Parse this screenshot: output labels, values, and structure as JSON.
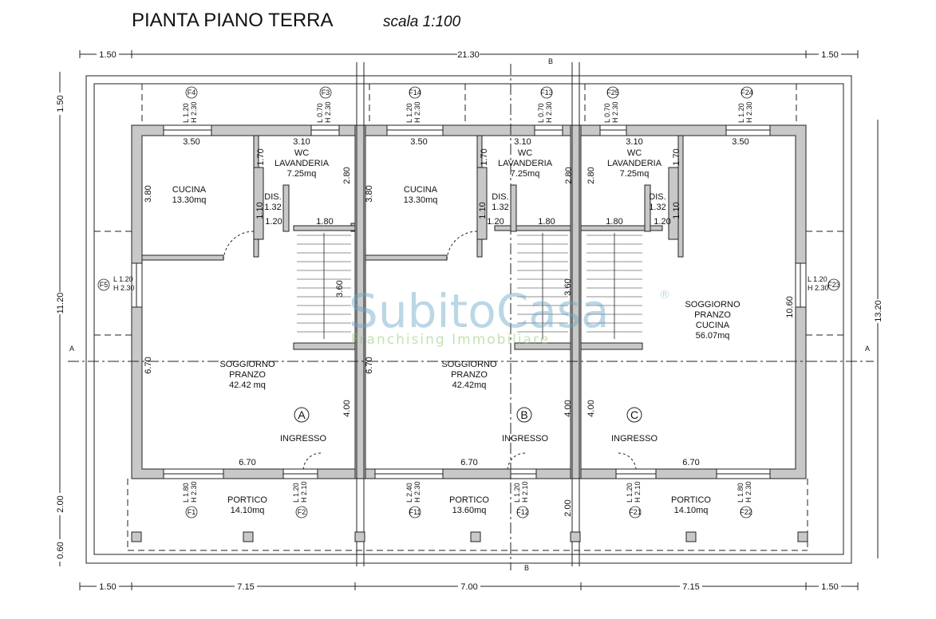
{
  "header": {
    "title": "PIANTA PIANO TERRA",
    "scale": "scala 1:100"
  },
  "colors": {
    "wall_fill": "#c8c8c8",
    "line": "#222222",
    "watermark_blue": "#6aa8c8",
    "watermark_green": "#8ac46a"
  },
  "watermark": {
    "brand": "SubitoCasa",
    "tagline": "Franchising Immobiliare",
    "mark": "®"
  },
  "units": [
    "A",
    "B",
    "C"
  ],
  "section_markers": [
    "A",
    "A",
    "B",
    "B"
  ],
  "rooms": [
    {
      "name": [
        "CUCINA"
      ],
      "area": "13.30mq"
    },
    {
      "name": [
        "WC",
        "LAVANDERIA"
      ],
      "area": "7.25mq"
    },
    {
      "name": [
        "DIS."
      ],
      "area": "1.32"
    },
    {
      "name": [
        "SOGGIORNO",
        "PRANZO"
      ],
      "area": "42.42 mq"
    },
    {
      "name": [
        "INGRESSO"
      ],
      "area": ""
    },
    {
      "name": [
        "PORTICO"
      ],
      "area": "14.10mq"
    },
    {
      "name": [
        "CUCINA"
      ],
      "area": "13.30mq"
    },
    {
      "name": [
        "WC",
        "LAVANDERIA"
      ],
      "area": "7.25mq"
    },
    {
      "name": [
        "DIS."
      ],
      "area": "1.32"
    },
    {
      "name": [
        "SOGGIORNO",
        "PRANZO"
      ],
      "area": "42.42mq"
    },
    {
      "name": [
        "INGRESSO"
      ],
      "area": ""
    },
    {
      "name": [
        "PORTICO"
      ],
      "area": "13.60mq"
    },
    {
      "name": [
        "WC",
        "LAVANDERIA"
      ],
      "area": "7.25mq"
    },
    {
      "name": [
        "DIS."
      ],
      "area": "1.32"
    },
    {
      "name": [
        "SOGGIORNO",
        "PRANZO",
        "CUCINA"
      ],
      "area": "56.07mq"
    },
    {
      "name": [
        "INGRESSO"
      ],
      "area": ""
    },
    {
      "name": [
        "PORTICO"
      ],
      "area": "14.10mq"
    }
  ],
  "interior_dimensions": [
    "3.50",
    "3.10",
    "3.80",
    "2.80",
    "1.70",
    "1.10",
    "1.20",
    "1.80",
    "6.70",
    "4.00",
    "6.70",
    "3.60",
    "3.50",
    "3.10",
    "3.80",
    "1.70",
    "1.10",
    "1.20",
    "1.80",
    "2.80",
    "6.70",
    "4.00",
    "6.70",
    "3.60",
    "3.10",
    "3.50",
    "2.80",
    "1.70",
    "1.10",
    "1.80",
    "1.20",
    "10.60",
    "4.00",
    "6.70",
    "2.00"
  ],
  "exterior_dimensions": {
    "top": [
      "1.50",
      "21.30",
      "1.50"
    ],
    "bottom": [
      "1.50",
      "7.15",
      "7.00",
      "7.15",
      "1.50"
    ],
    "left": [
      "1.50",
      "11.20",
      "2.00",
      "0.60"
    ],
    "right": [
      "13.20"
    ]
  },
  "windows": [
    {
      "id": "F4",
      "l": "L 1.20",
      "h": "H 2.30"
    },
    {
      "id": "F3",
      "l": "L 0.70",
      "h": "H 2.30"
    },
    {
      "id": "F14",
      "l": "L 1.20",
      "h": "H 2.30"
    },
    {
      "id": "F13",
      "l": "L 0.70",
      "h": "H 2.30"
    },
    {
      "id": "F25",
      "l": "L 0.70",
      "h": "H 2.30"
    },
    {
      "id": "F24",
      "l": "L 1.20",
      "h": "H 2.30"
    },
    {
      "id": "F5",
      "l": "L 1.20",
      "h": "H 2.30"
    },
    {
      "id": "F23",
      "l": "L 1.20",
      "h": "H 2.30"
    },
    {
      "id": "F1",
      "l": "L 1.80",
      "h": "H 2.30"
    },
    {
      "id": "F2",
      "l": "L 1.20",
      "h": "H 2.10"
    },
    {
      "id": "F11",
      "l": "L 2.40",
      "h": "H 2.30"
    },
    {
      "id": "F12",
      "l": "L 1.20",
      "h": "H 2.10"
    },
    {
      "id": "F21",
      "l": "L 1.20",
      "h": "H 2.10"
    },
    {
      "id": "F22",
      "l": "L 1.80",
      "h": "H 2.30"
    }
  ]
}
